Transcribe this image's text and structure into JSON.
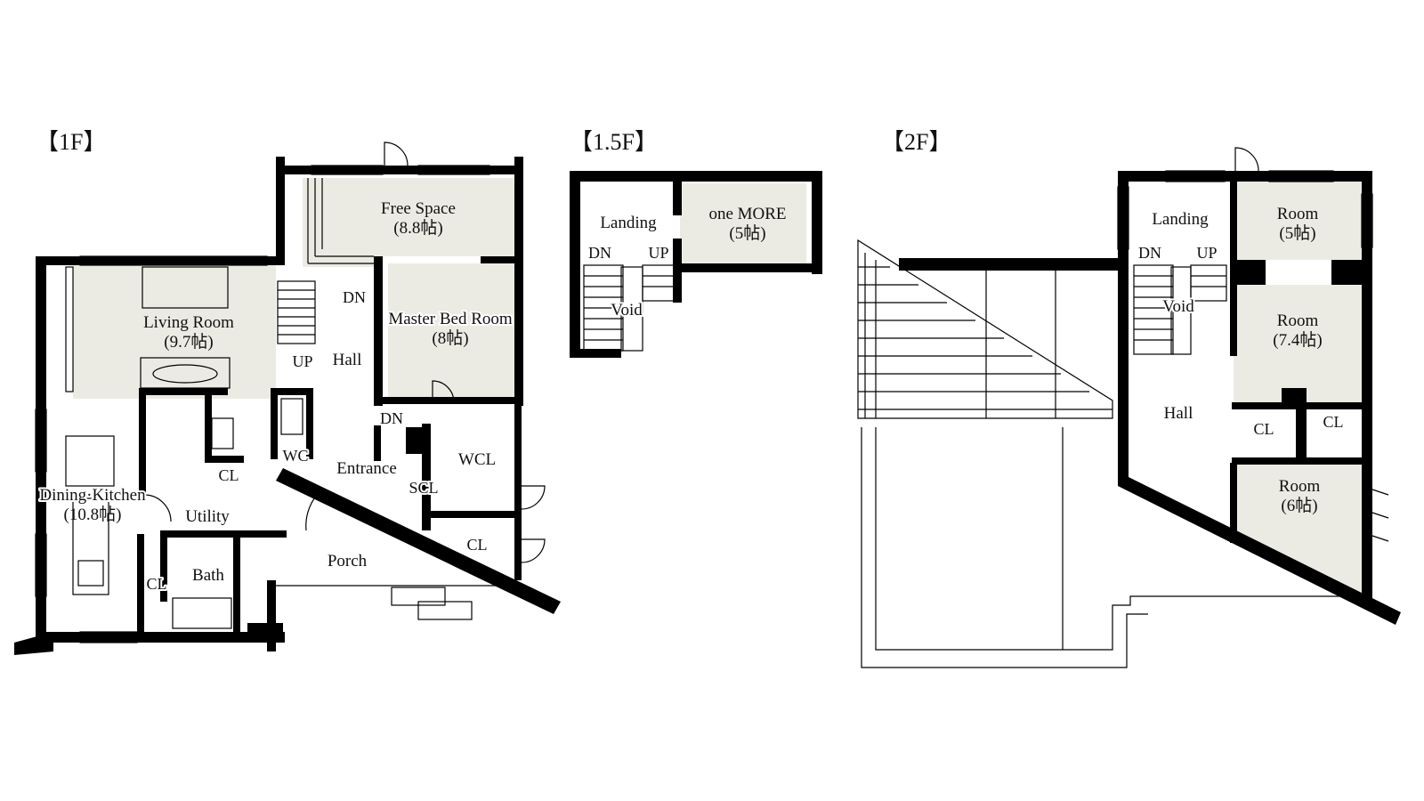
{
  "floors": {
    "f1": {
      "title": "【1F】",
      "rooms": {
        "free_space": [
          "Free Space",
          "(8.8帖)"
        ],
        "living": [
          "Living Room",
          "(9.7帖)"
        ],
        "master_bed": [
          "Master Bed Room",
          "(8帖)"
        ],
        "dining_kitchen": [
          "Dining·Kitchen",
          "(10.8帖)"
        ],
        "hall": "Hall",
        "utility": "Utility",
        "bath": "Bath",
        "wc": "WC",
        "entrance": "Entrance",
        "scl": "SCL",
        "wcl": "WCL",
        "cl_utility": "CL",
        "cl_kitchen": "CL",
        "cl_porch": "CL",
        "porch": "Porch"
      },
      "stairs": {
        "up": "UP",
        "dn_hall": "DN",
        "dn_entrance": "DN"
      }
    },
    "f15": {
      "title": "【1.5F】",
      "rooms": {
        "landing": "Landing",
        "one_more": [
          "one MORE",
          "(5帖)"
        ],
        "void": "Void"
      },
      "stairs": {
        "dn": "DN",
        "up": "UP"
      }
    },
    "f2": {
      "title": "【2F】",
      "rooms": {
        "landing": "Landing",
        "room_5": [
          "Room",
          "(5帖)"
        ],
        "room_74": [
          "Room",
          "(7.4帖)"
        ],
        "room_6": [
          "Room",
          "(6帖)"
        ],
        "hall": "Hall",
        "void": "Void",
        "cl_left": "CL",
        "cl_right": "CL"
      },
      "stairs": {
        "dn": "DN",
        "up": "UP"
      }
    }
  },
  "colors": {
    "wall": "#000000",
    "room_fill": "#ecebe3",
    "background": "#ffffff"
  }
}
